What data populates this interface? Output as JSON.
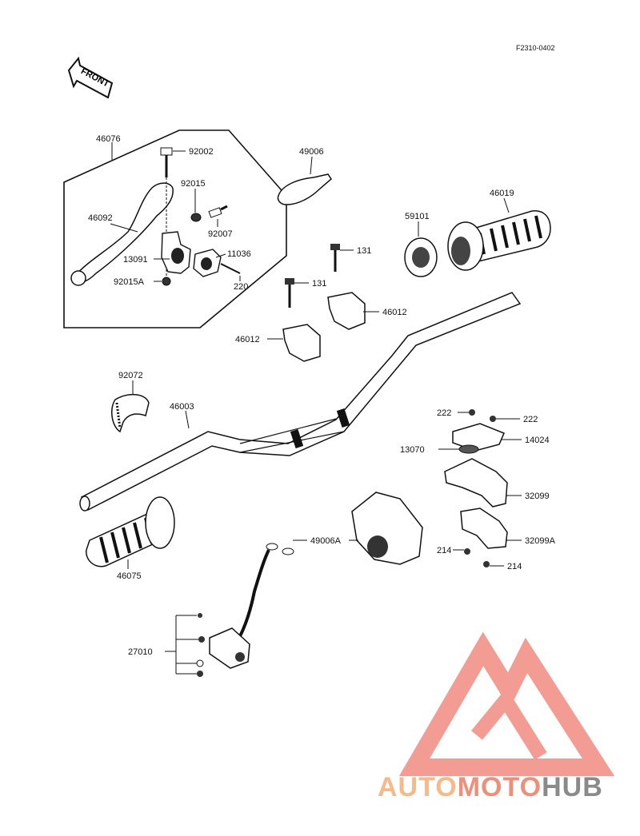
{
  "diagram": {
    "figure_code": "F2310-0402",
    "front_arrow_text": "FRONT",
    "parts": {
      "p46076": "46076",
      "p92002": "92002",
      "p92015": "92015",
      "p46092": "46092",
      "p92007": "92007",
      "p13091": "13091",
      "p11036": "11036",
      "p92015A": "92015A",
      "p220": "220",
      "p49006": "49006",
      "p46019": "46019",
      "p59101": "59101",
      "p131a": "131",
      "p131b": "131",
      "p46012a": "46012",
      "p46012b": "46012",
      "p92072": "92072",
      "p46003": "46003",
      "p222a": "222",
      "p222b": "222",
      "p13070": "13070",
      "p14024": "14024",
      "p32099": "32099",
      "p49006A": "49006A",
      "p32099A": "32099A",
      "p214a": "214",
      "p214b": "214",
      "p46075": "46075",
      "p27010": "27010"
    }
  },
  "watermark": {
    "part1": "AUTO",
    "part2": "MOTO",
    "part3": "HUB",
    "colors": {
      "light": "#f5b98a",
      "mid": "#ef8f7a",
      "dark": "#8a8a8a",
      "logo": "#f28b82"
    }
  }
}
